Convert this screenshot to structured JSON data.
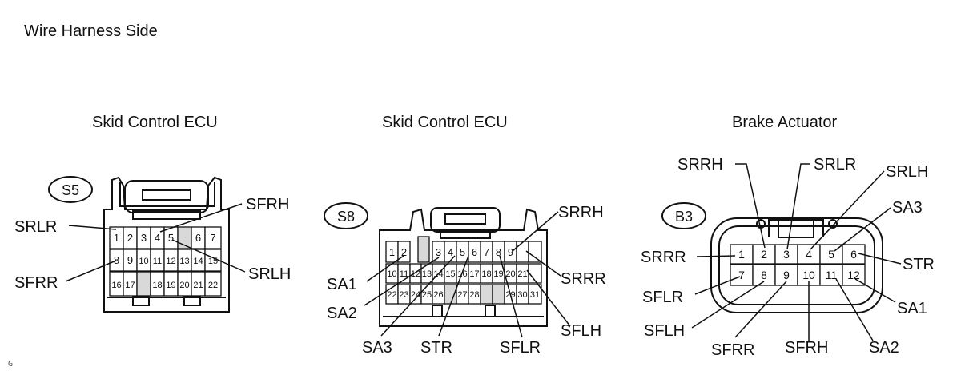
{
  "title": "Wire Harness Side",
  "footer": "G",
  "connectors": [
    {
      "id": "S5",
      "name": "Skid Control ECU",
      "pins": [
        "1",
        "2",
        "3",
        "4",
        "5",
        "6",
        "7",
        "8",
        "9",
        "10",
        "11",
        "12",
        "13",
        "14",
        "15",
        "16",
        "17",
        "18",
        "19",
        "20",
        "21",
        "22"
      ],
      "signals": [
        "SRLR",
        "SFRR",
        "SFRH",
        "SRLH"
      ]
    },
    {
      "id": "S8",
      "name": "Skid Control ECU",
      "pins": [
        "1",
        "2",
        "3",
        "4",
        "5",
        "6",
        "7",
        "8",
        "9",
        "10",
        "11",
        "12",
        "13",
        "14",
        "15",
        "16",
        "17",
        "18",
        "19",
        "20",
        "21",
        "22",
        "23",
        "24",
        "25",
        "26",
        "27",
        "28",
        "29",
        "30",
        "31"
      ],
      "signals": [
        "SRRH",
        "SRRR",
        "SFLH",
        "SFLR",
        "STR",
        "SA3",
        "SA2",
        "SA1"
      ]
    },
    {
      "id": "B3",
      "name": "Brake Actuator",
      "pins": [
        "1",
        "2",
        "3",
        "4",
        "5",
        "6",
        "7",
        "8",
        "9",
        "10",
        "11",
        "12"
      ],
      "signals": [
        "SRRH",
        "SRLR",
        "SRLH",
        "SA3",
        "STR",
        "SA1",
        "SA2",
        "SFRH",
        "SFRR",
        "SFLH",
        "SFLR",
        "SRRR"
      ]
    }
  ],
  "colors": {
    "line": "#111111",
    "shade": "#d9d9d9",
    "background": "#ffffff"
  }
}
